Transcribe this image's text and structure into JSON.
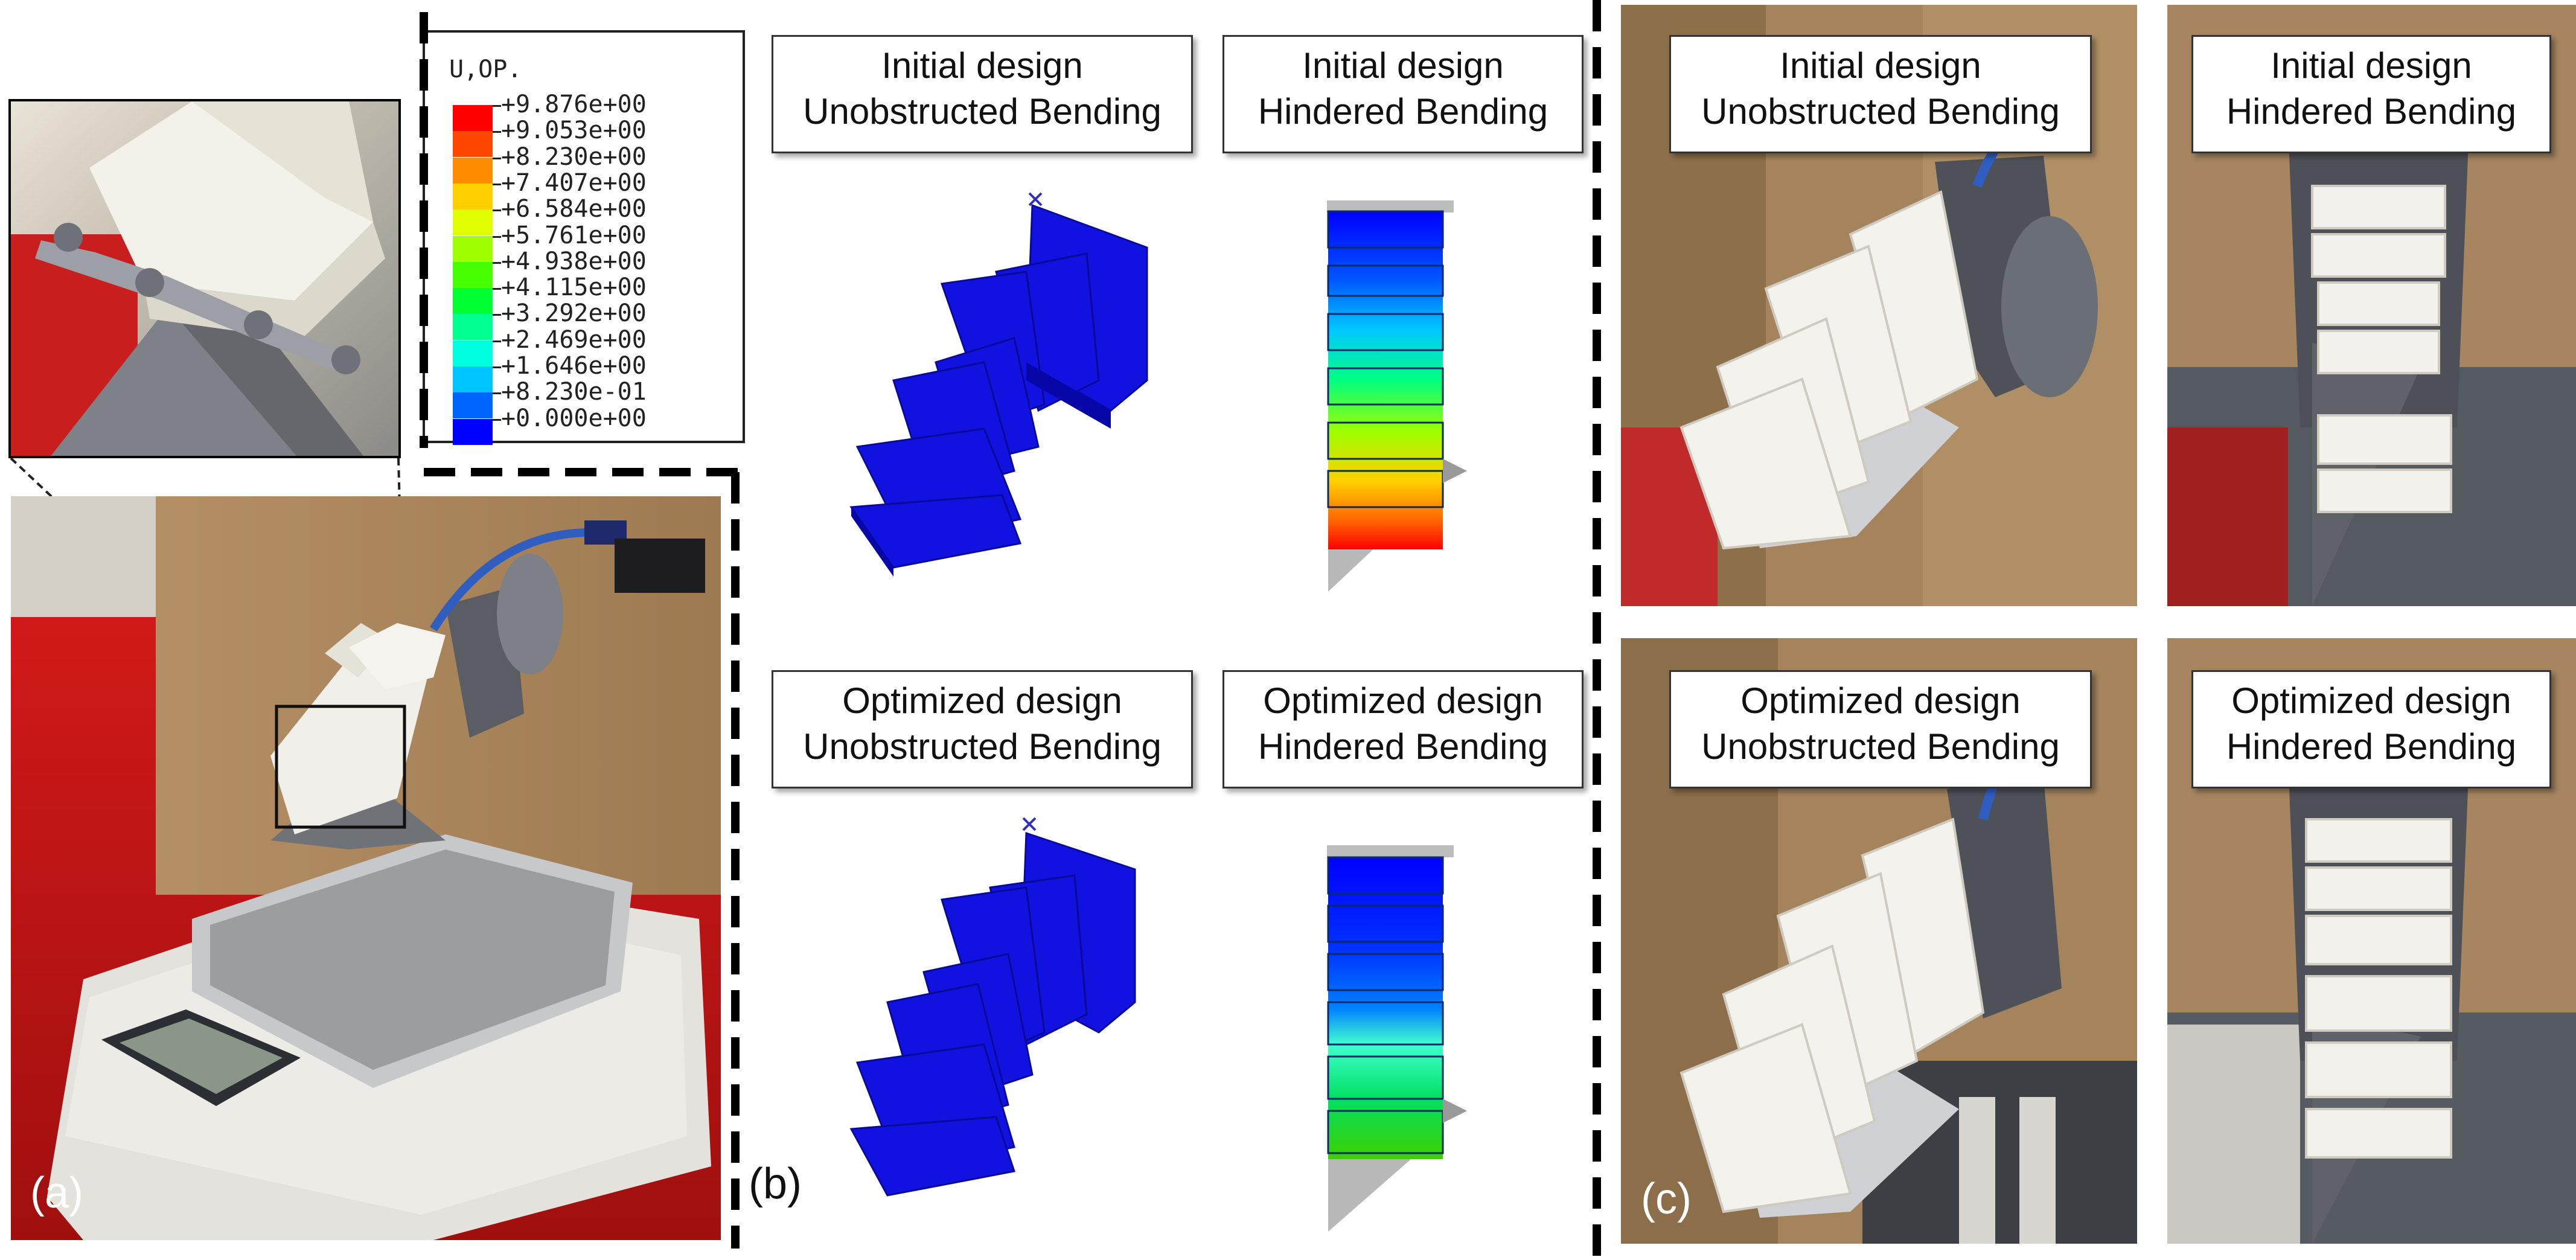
{
  "panels": {
    "a": {
      "label": "(a)"
    },
    "b": {
      "label": "(b)"
    },
    "c": {
      "label": "(c)"
    }
  },
  "legend": {
    "title": "U,OP.",
    "entries": [
      {
        "value": "+9.876e+00",
        "color": "#ff0000"
      },
      {
        "value": "+9.053e+00",
        "color": "#ff4600"
      },
      {
        "value": "+8.230e+00",
        "color": "#ff8c00"
      },
      {
        "value": "+7.407e+00",
        "color": "#ffcf00"
      },
      {
        "value": "+6.584e+00",
        "color": "#e0ff00"
      },
      {
        "value": "+5.761e+00",
        "color": "#9eff00"
      },
      {
        "value": "+4.938e+00",
        "color": "#46ff00"
      },
      {
        "value": "+4.115e+00",
        "color": "#00ff30"
      },
      {
        "value": "+3.292e+00",
        "color": "#00ff8c"
      },
      {
        "value": "+2.469e+00",
        "color": "#00ffe0"
      },
      {
        "value": "+1.646e+00",
        "color": "#00c4ff"
      },
      {
        "value": "+8.230e-01",
        "color": "#0064ff"
      },
      {
        "value": "+0.000e+00",
        "color": "#0000ff"
      }
    ]
  },
  "sim_captions": [
    {
      "line1": "Initial design",
      "line2": "Unobstructed Bending"
    },
    {
      "line1": "Initial design",
      "line2": "Hindered Bending"
    },
    {
      "line1": "Optimized design",
      "line2": "Unobstructed Bending"
    },
    {
      "line1": "Optimized design",
      "line2": "Hindered Bending"
    }
  ],
  "photo_captions": [
    {
      "line1": "Initial design",
      "line2": "Unobstructed Bending"
    },
    {
      "line1": "Initial design",
      "line2": "Hindered Bending"
    },
    {
      "line1": "Optimized design",
      "line2": "Unobstructed Bending"
    },
    {
      "line1": "Optimized design",
      "line2": "Hindered Bending"
    }
  ],
  "colors": {
    "mesh_blue": "#1010e8",
    "dash": "#000000"
  }
}
